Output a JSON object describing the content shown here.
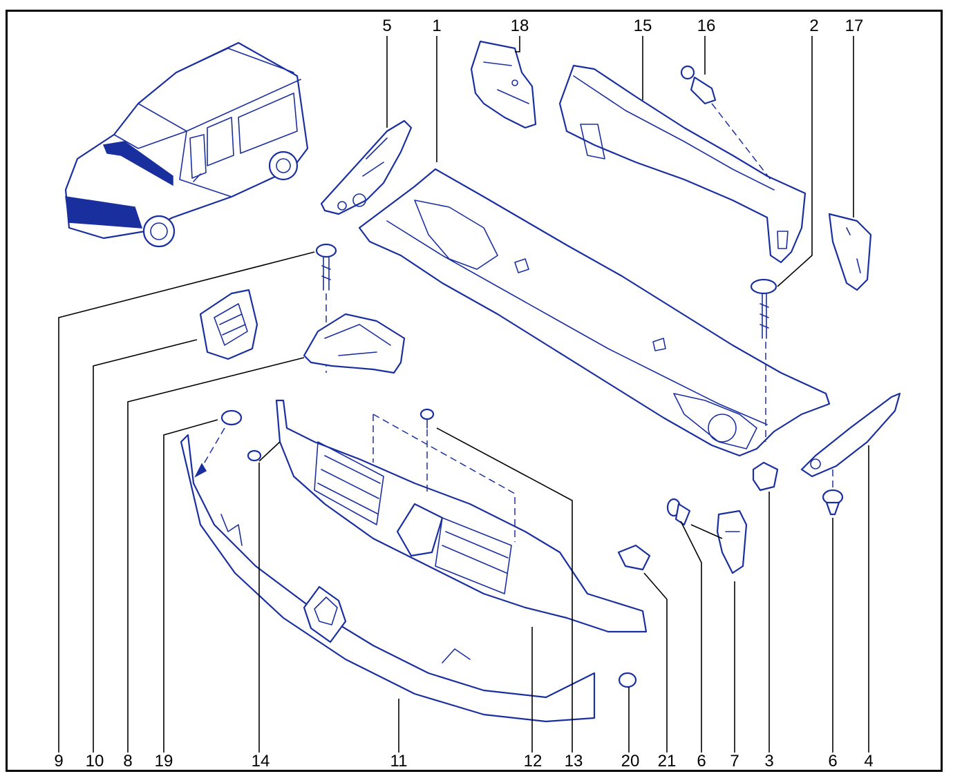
{
  "colors": {
    "line": "#1a2f9e",
    "leader": "#000000",
    "background": "#ffffff"
  },
  "labels": {
    "top": [
      "5",
      "1",
      "18",
      "15",
      "16",
      "2",
      "17"
    ],
    "bottom": [
      "9",
      "10",
      "8",
      "19",
      "14",
      "11",
      "12",
      "13",
      "20",
      "21",
      "6",
      "7",
      "3",
      "6",
      "4"
    ]
  }
}
